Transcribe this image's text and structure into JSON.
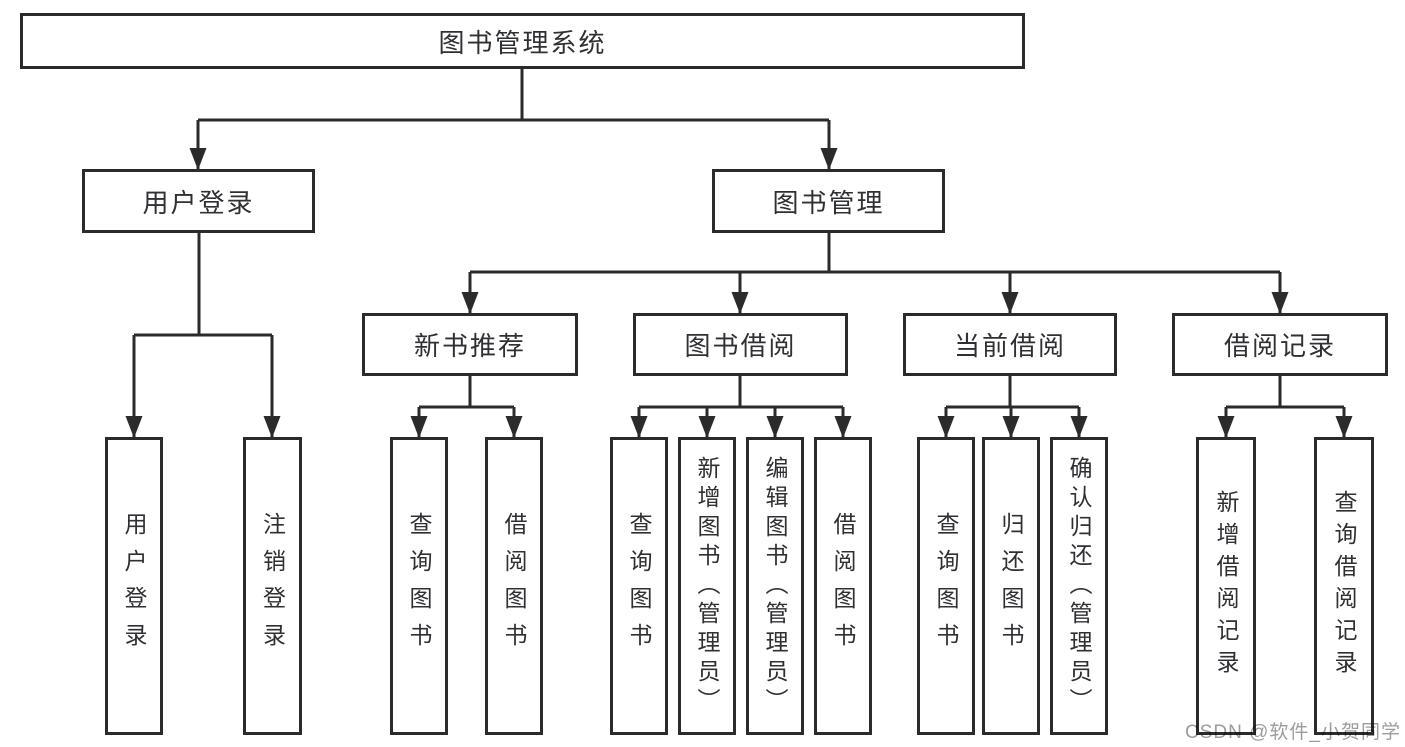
{
  "diagram_title": "图书管理系统",
  "nodes": {
    "root": "图书管理系统",
    "user_login": "用户登录",
    "book_management": "图书管理",
    "new_book_recommend": "新书推荐",
    "book_borrow": "图书借阅",
    "current_borrow": "当前借阅",
    "borrow_records": "借阅记录",
    "leaf_user_login": "用户登录",
    "leaf_logout": "注销登录",
    "leaf_query_books_recommend": "查询图书",
    "leaf_borrow_books_recommend": "借阅图书",
    "leaf_query_books_borrow": "查询图书",
    "leaf_add_books_admin": "新增图书（管理员）",
    "leaf_edit_books_admin": "编辑图书（管理员）",
    "leaf_borrow_books_borrow": "借阅图书",
    "leaf_query_books_current": "查询图书",
    "leaf_return_books": "归还图书",
    "leaf_confirm_return_admin": "确认归还（管理员）",
    "leaf_add_borrow_record": "新增借阅记录",
    "leaf_query_borrow_record": "查询借阅记录"
  },
  "watermark": "CSDN @软件_小贺同学",
  "colors": {
    "line": "#2b2b2b",
    "text": "#2f3033",
    "watermark": "#9c9c9c"
  }
}
